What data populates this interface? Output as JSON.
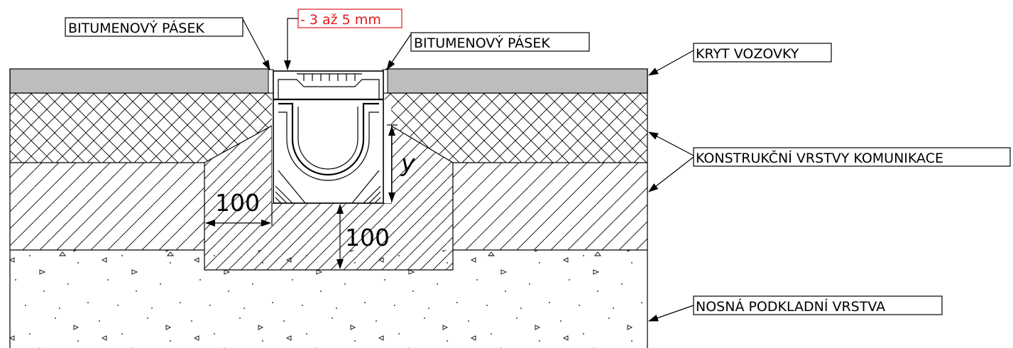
{
  "labels": {
    "bitumen_left": "BITUMENOVÝ PÁSEK",
    "tolerance": "- 3 až 5 mm",
    "bitumen_right": "BITUMENOVÝ PÁSEK",
    "road_surface": "KRYT VOZOVKY",
    "construction_layers": "KONSTRUKČNÍ VRSTVY KOMUNIKACE",
    "base_layer": "NOSNÁ PODKLADNÍ VRSTVA"
  },
  "dimensions": {
    "side_concrete": "100",
    "bottom_concrete": "100",
    "variable_height": "y"
  },
  "colors": {
    "asphalt": "#bdbdbd",
    "tolerance_text": "#e0191b",
    "line": "#000000"
  }
}
